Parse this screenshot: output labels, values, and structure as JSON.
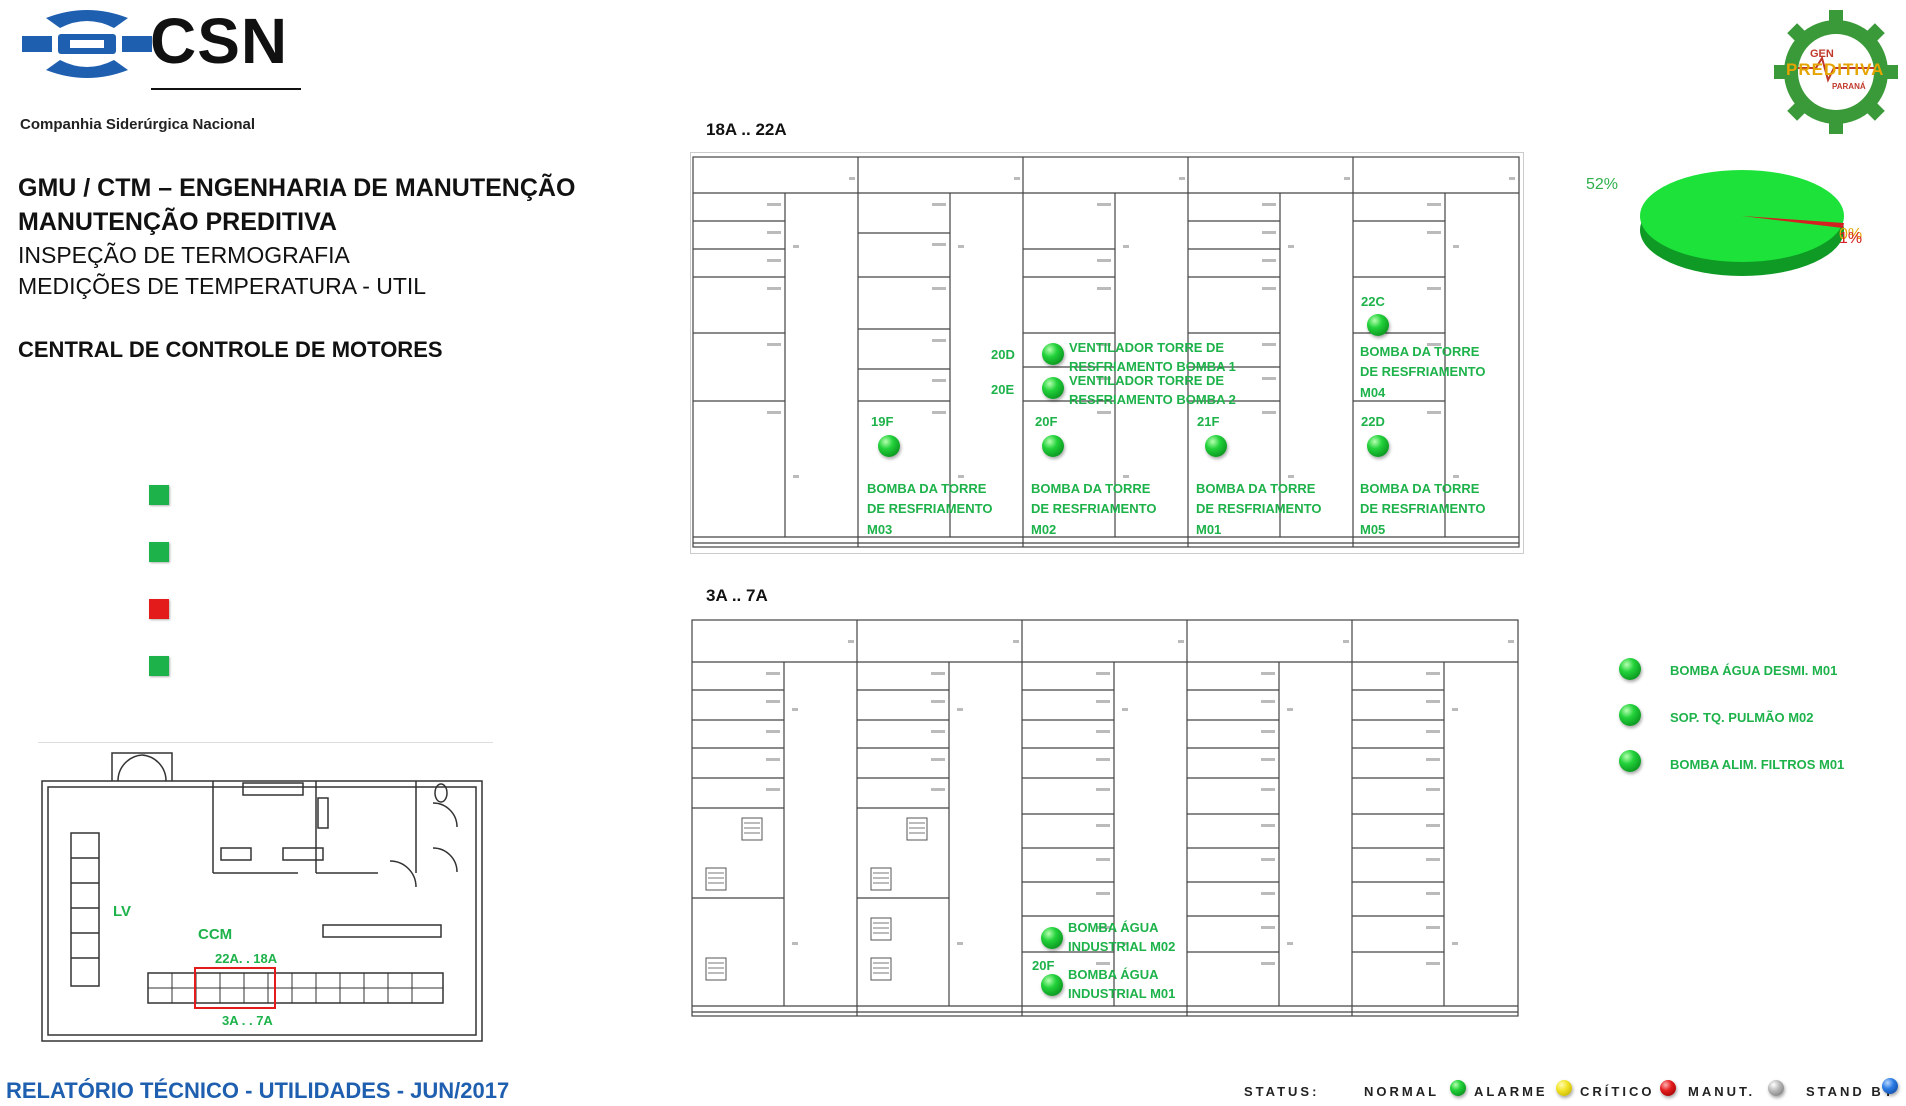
{
  "logo": {
    "brand": "CSN",
    "company": "Companhia Siderúrgica Nacional"
  },
  "header": {
    "line1": "GMU / CTM – ENGENHARIA DE MANUTENÇÃO",
    "line2": "MANUTENÇÃO PREDITIVA",
    "line3": "INSPEÇÃO DE TERMOGRAFIA",
    "line4": "MEDIÇÕES DE TEMPERATURA - UTIL",
    "section": "CENTRAL DE CONTROLE DE MOTORES"
  },
  "badge": {
    "text": "PREDITIVA",
    "top": "GEN",
    "bottom": "PARANÁ"
  },
  "pie": {
    "label_a": "52%",
    "label_b": "1%",
    "label_c": "0%",
    "colors": {
      "main": "#1DE23A",
      "slice": "#D42020"
    }
  },
  "legend_squares": [
    {
      "color": "#1DB24A"
    },
    {
      "color": "#1DB24A"
    },
    {
      "color": "#E31B1B"
    },
    {
      "color": "#1DB24A"
    }
  ],
  "panel_top": {
    "title": "18A .. 22A",
    "items": [
      {
        "id": "20D",
        "label1": "VENTILADOR  TORRE  DE",
        "label2": "RESFRIAMENTO   BOMBA  1"
      },
      {
        "id": "20E",
        "label1": "VENTILADOR  TORRE  DE",
        "label2": "RESFRIAMENTO   BOMBA  2"
      },
      {
        "id": "22C",
        "label1": "BOMBA  DA TORRE",
        "label2": "DE RESFRIAMENTO",
        "label3": "M04"
      },
      {
        "id": "19F",
        "label1": "BOMBA  DA TORRE",
        "label2": "DE RESFRIAMENTO",
        "label3": "M03"
      },
      {
        "id": "20F",
        "label1": "BOMBA  DA TORRE",
        "label2": "DE RESFRIAMENTO",
        "label3": "M02"
      },
      {
        "id": "21F",
        "label1": "BOMBA  DA TORRE",
        "label2": "DE RESFRIAMENTO",
        "label3": "M01"
      },
      {
        "id": "22D",
        "label1": "BOMBA  DA TORRE",
        "label2": "DE RESFRIAMENTO",
        "label3": "M05"
      }
    ]
  },
  "panel_bottom": {
    "title": "3A .. 7A",
    "items": [
      {
        "label1": "BOMBA  ÁGUA",
        "label2": "INDUSTRIAL  M02"
      },
      {
        "id": "20F",
        "label1": "BOMBA  ÁGUA",
        "label2": "INDUSTRIAL  M01"
      }
    ]
  },
  "right_list": [
    "BOMBA  ÁGUA  DESMI.  M01",
    "SOP.  TQ.  PULMÃO  M02",
    "BOMBA  ALIM.  FILTROS  M01"
  ],
  "floorplan": {
    "lv": "LV",
    "ccm": "CCM",
    "range_top": "22A. . 18A",
    "range_bottom": "3A . . 7A"
  },
  "footer": {
    "title": "RELATÓRIO TÉCNICO - UTILIDADES - JUN/2017",
    "status_label": "STATUS:",
    "normal": "NORMAL",
    "alarme": "ALARME",
    "critico": "CRÍTICO",
    "manut": "MANUT.",
    "standby": "STAND BY"
  }
}
